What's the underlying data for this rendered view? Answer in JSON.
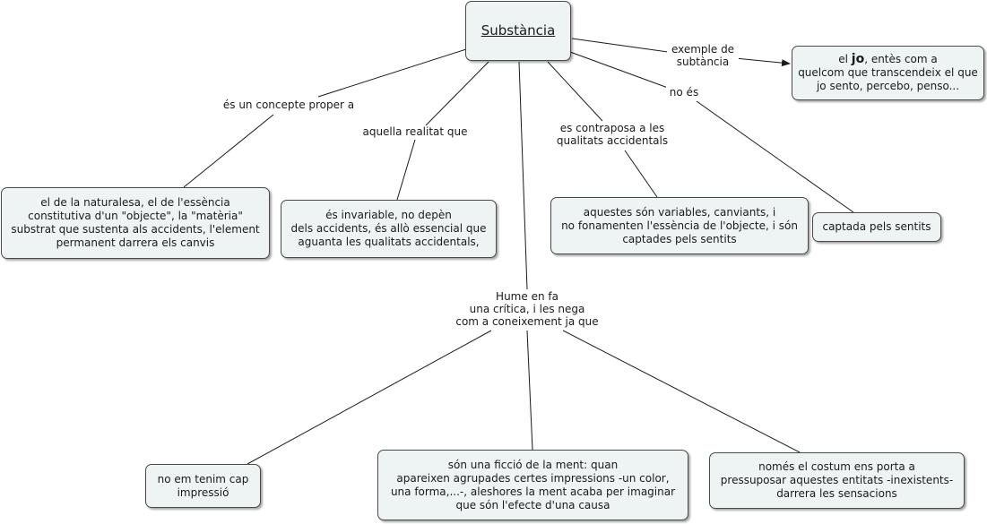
{
  "map": {
    "root": "Substància",
    "nodes": {
      "jo_pre": "el ",
      "jo_bold": "jo",
      "jo_post": ", entès com a\nquelcom que transcendeix el que\njo sento, percebo, penso...",
      "naturalesa": "el de la naturalesa, el de l'essència\nconstitutiva d'un \"objecte\", la \"matèria\"\nsubstrat que sustenta als accidents, l'element\npermanent darrera els canvis",
      "invariable": "és invariable, no depèn\ndels accidents, és allò essencial que\naguanta les qualitats accidentals,",
      "variables": "aquestes són variables, canviants, i\nno fonamenten l'essència de l'objecte, i són\ncaptades pels sentits",
      "sentits": "captada pels sentits",
      "impressio": "no em tenim cap\nimpressió",
      "ficcio": "són una ficció de la ment: quan\napareixen agrupades certes impressions -un color,\nuna forma,...-, aleshores la ment acaba per imaginar\nque són l'efecte d'una causa",
      "costum": "només el costum ens porta a\npressuposar aquestes entitats -inexistents-\ndarrera les sensacions"
    },
    "links": {
      "concepte": "és un concepte proper a",
      "realitat": "aquella realitat que",
      "contraposa": "es contraposa a les\nqualitats accidentals",
      "noes": "no és",
      "exemple": "exemple de\nsubtància",
      "hume": "Hume en fa\nuna crítica, i les nega\ncom a coneixement ja que"
    }
  }
}
